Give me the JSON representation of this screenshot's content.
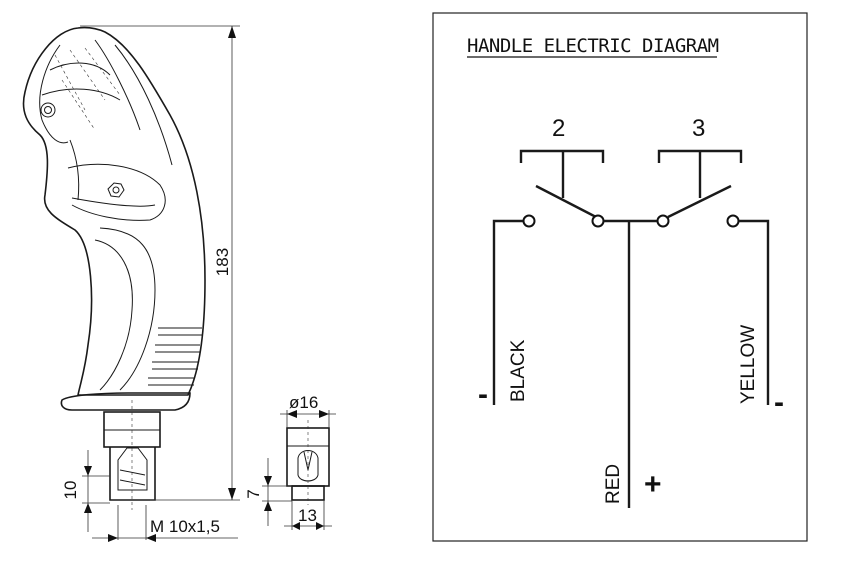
{
  "diagram": {
    "title": "HANDLE ELECTRIC DIAGRAM",
    "switches": [
      {
        "label": "2"
      },
      {
        "label": "3"
      }
    ],
    "wires": {
      "black": "BLACK",
      "red": "RED",
      "yellow": "YELLOW"
    },
    "signs": {
      "black": "-",
      "red": "+",
      "yellow": "-"
    }
  },
  "drawing": {
    "dimensions": {
      "height_total": "183",
      "thread_length": "10",
      "thread_spec": "M 10x1,5",
      "diameter": "ø16",
      "depth": "7",
      "width": "13"
    }
  }
}
